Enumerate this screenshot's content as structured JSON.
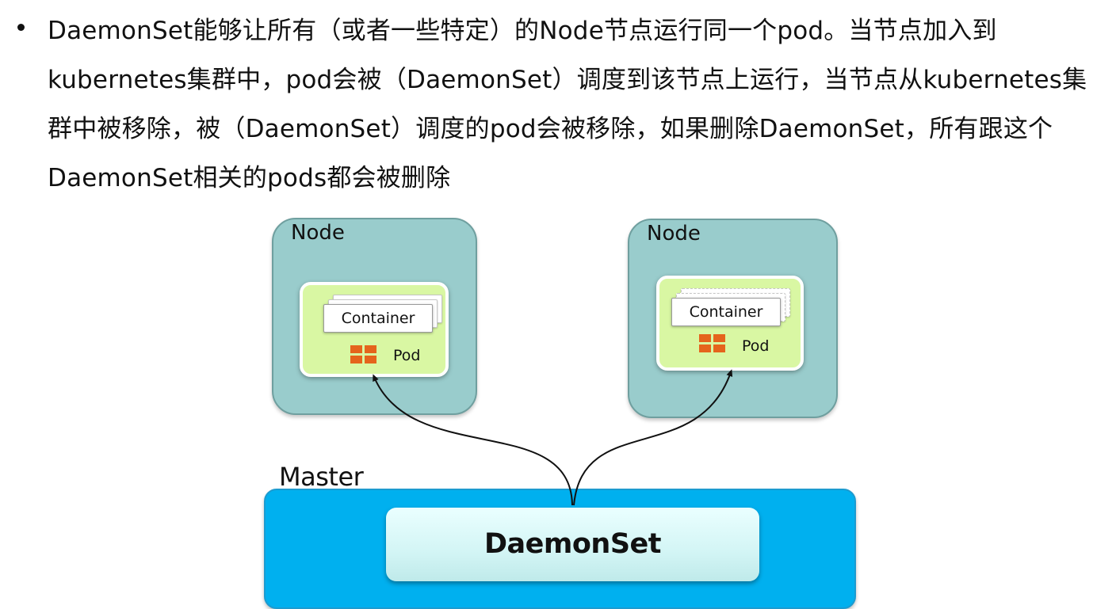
{
  "description_text": "DaemonSet能够让所有（或者一些特定）的Node节点运行同一个pod。当节点加入到kubernetes集群中，pod会被（DaemonSet）调度到该节点上运行，当节点从kubernetes集群中被移除，被（DaemonSet）调度的pod会被移除，如果删除DaemonSet，所有跟这个DaemonSet相关的pods都会被删除",
  "nodes": [
    {
      "label": "Node",
      "container_label": "Container",
      "pod_label": "Pod"
    },
    {
      "label": "Node",
      "container_label": "Container",
      "pod_label": "Pod"
    }
  ],
  "master": {
    "label": "Master",
    "daemonset_label": "DaemonSet"
  },
  "colors": {
    "node_fill": "#99cccc",
    "pod_fill": "#d9f7a3",
    "pod_icon": "#e5641c",
    "master_fill": "#00b0ef",
    "daemonset_fill": "#d3f5f5"
  },
  "icons": {
    "bullet": "bullet-dot-icon",
    "pod": "pod-grid-icon"
  }
}
